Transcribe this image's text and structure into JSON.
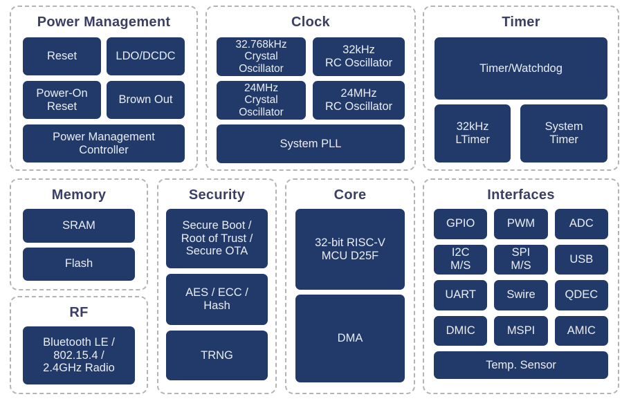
{
  "diagram": {
    "colors": {
      "block_background": "#223a69",
      "block_text": "#e9edf5",
      "section_title_text": "#3a3f63",
      "dashed_border": "#b3b3b3",
      "page_background": "#ffffff"
    },
    "sections": {
      "power": {
        "title": "Power Management",
        "blocks": {
          "reset": "Reset",
          "ldo_dcdc": "LDO/DCDC",
          "power_on_reset": "Power-On\nReset",
          "brown_out": "Brown Out",
          "pm_controller": "Power Management\nController"
        }
      },
      "clock": {
        "title": "Clock",
        "blocks": {
          "xtal_32k": "32.768kHz\nCrystal\nOscillator",
          "rc_32k": "32kHz\nRC Oscillator",
          "xtal_24m": "24MHz\nCrystal\nOscillator",
          "rc_24m": "24MHz\nRC Oscillator",
          "system_pll": "System PLL"
        }
      },
      "timer": {
        "title": "Timer",
        "blocks": {
          "timer_watchdog": "Timer/Watchdog",
          "ltimer_32k": "32kHz\nLTimer",
          "system_timer": "System\nTimer"
        }
      },
      "memory": {
        "title": "Memory",
        "blocks": {
          "sram": "SRAM",
          "flash": "Flash"
        }
      },
      "rf": {
        "title": "RF",
        "blocks": {
          "radio": "Bluetooth LE /\n802.15.4 /\n2.4GHz Radio"
        }
      },
      "security": {
        "title": "Security",
        "blocks": {
          "secure_boot": "Secure Boot /\nRoot of Trust /\nSecure OTA",
          "aes_ecc_hash": "AES / ECC /\nHash",
          "trng": "TRNG"
        }
      },
      "core": {
        "title": "Core",
        "blocks": {
          "riscv_mcu": "32-bit RISC-V\nMCU D25F",
          "dma": "DMA"
        }
      },
      "interfaces": {
        "title": "Interfaces",
        "blocks": {
          "gpio": "GPIO",
          "pwm": "PWM",
          "adc": "ADC",
          "i2c_ms": "I2C\nM/S",
          "spi_ms": "SPI\nM/S",
          "usb": "USB",
          "uart": "UART",
          "swire": "Swire",
          "qdec": "QDEC",
          "dmic": "DMIC",
          "mspi": "MSPI",
          "amic": "AMIC",
          "temp_sensor": "Temp. Sensor"
        }
      }
    }
  }
}
